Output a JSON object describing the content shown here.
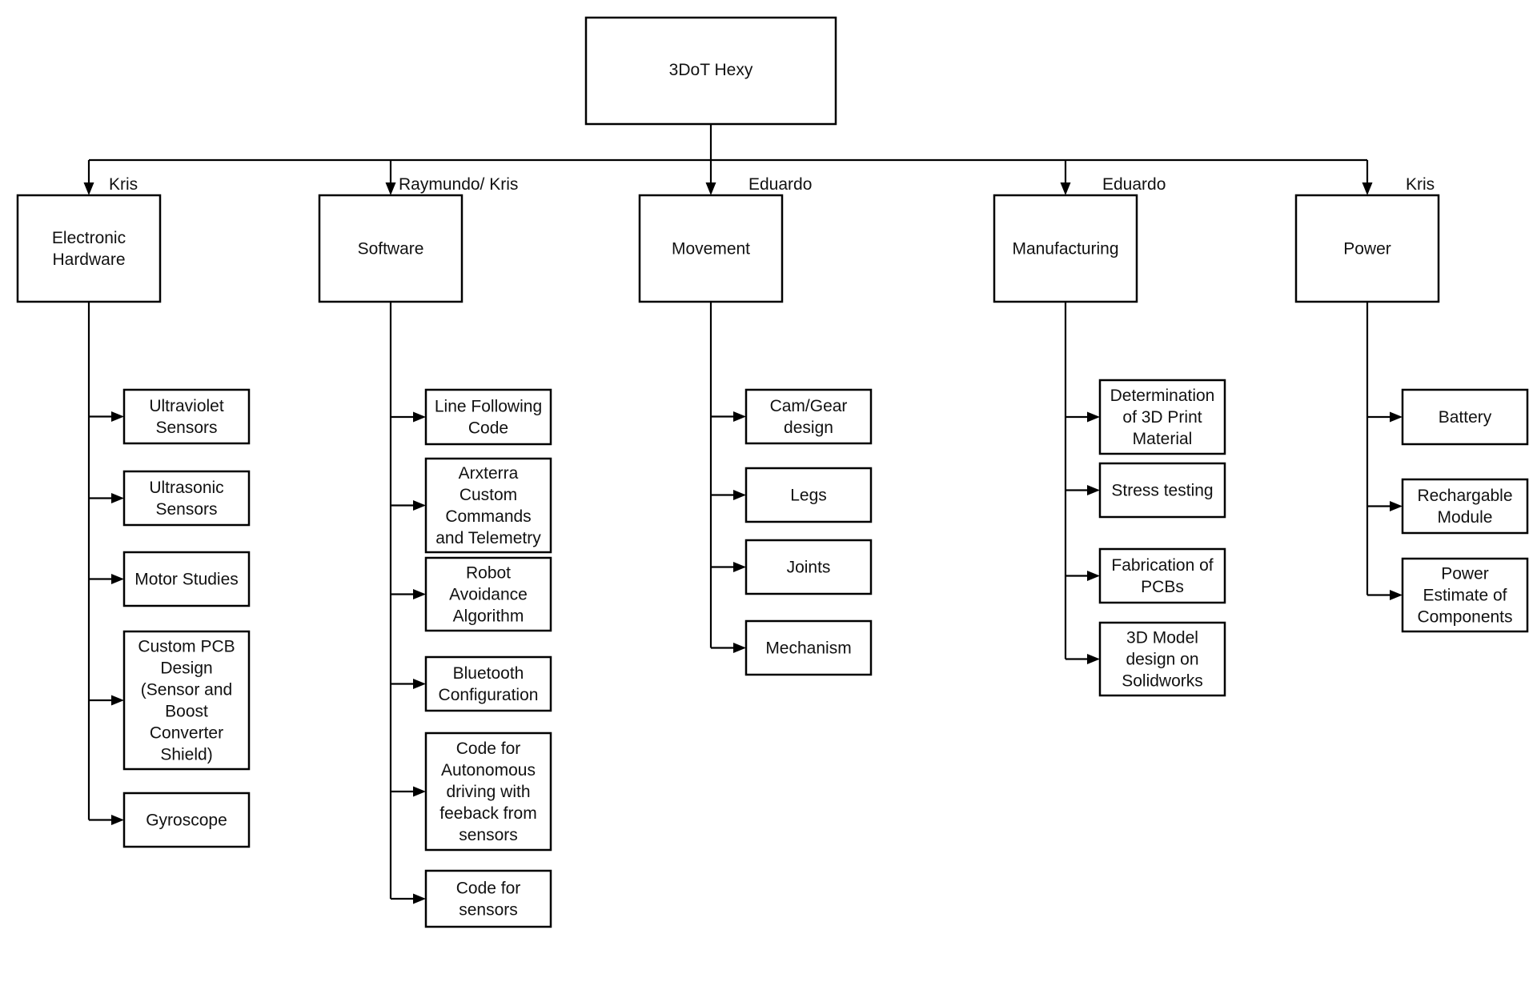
{
  "root": {
    "label": "3DoT Hexy"
  },
  "branches": [
    {
      "label": "Electronic Hardware",
      "owner": "Kris",
      "children": [
        "Ultraviolet Sensors",
        "Ultrasonic Sensors",
        "Motor Studies",
        "Custom PCB Design (Sensor and Boost Converter Shield)",
        "Gyroscope"
      ]
    },
    {
      "label": "Software",
      "owner": "Raymundo/ Kris",
      "children": [
        "Line Following Code",
        "Arxterra Custom Commands and Telemetry",
        "Robot Avoidance Algorithm",
        "Bluetooth Configuration",
        "Code for Autonomous driving with feeback from sensors",
        "Code for sensors"
      ]
    },
    {
      "label": "Movement",
      "owner": "Eduardo",
      "children": [
        "Cam/Gear design",
        "Legs",
        "Joints",
        "Mechanism"
      ]
    },
    {
      "label": "Manufacturing",
      "owner": "Eduardo",
      "children": [
        "Determination of 3D Print Material",
        "Stress testing",
        "Fabrication of PCBs",
        "3D Model design on Solidworks"
      ]
    },
    {
      "label": "Power",
      "owner": "Kris",
      "children": [
        "Battery",
        "Rechargable Module",
        "Power Estimate of Components"
      ]
    }
  ]
}
